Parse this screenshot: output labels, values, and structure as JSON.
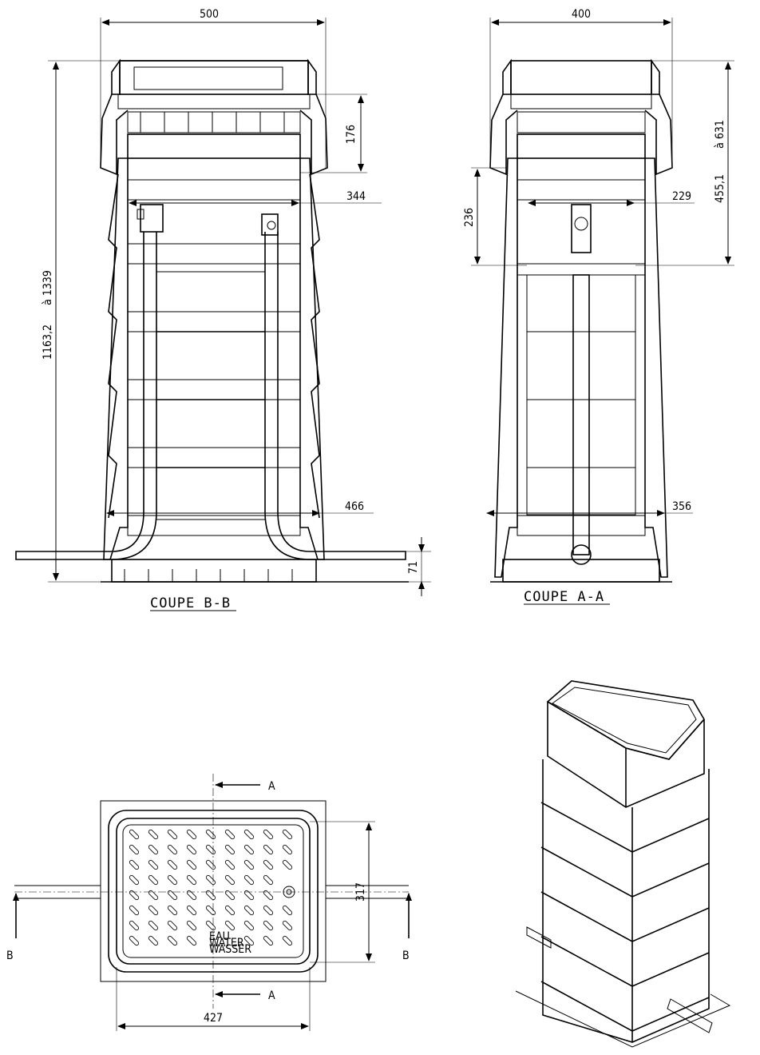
{
  "section_bb": {
    "title": "COUPE B-B",
    "dim_width": "500",
    "dim_top": "176",
    "dim_inner": "344",
    "dim_height": "1163,2",
    "dim_height_range": "à 1339",
    "dim_bottom_width": "466",
    "dim_base": "71"
  },
  "section_aa": {
    "title": "COUPE A-A",
    "dim_width": "400",
    "dim_left": "236",
    "dim_inner": "229",
    "dim_right": "455,1",
    "dim_right_range": "à 631",
    "dim_bottom_width": "356"
  },
  "plan_view": {
    "dim_width": "427",
    "dim_depth": "317",
    "label_a_top": "A",
    "label_a_bottom": "A",
    "label_b_left": "B",
    "label_b_right": "B",
    "cover_text_1": "EAU",
    "cover_text_2": "WATER",
    "cover_text_3": "WASSER"
  }
}
